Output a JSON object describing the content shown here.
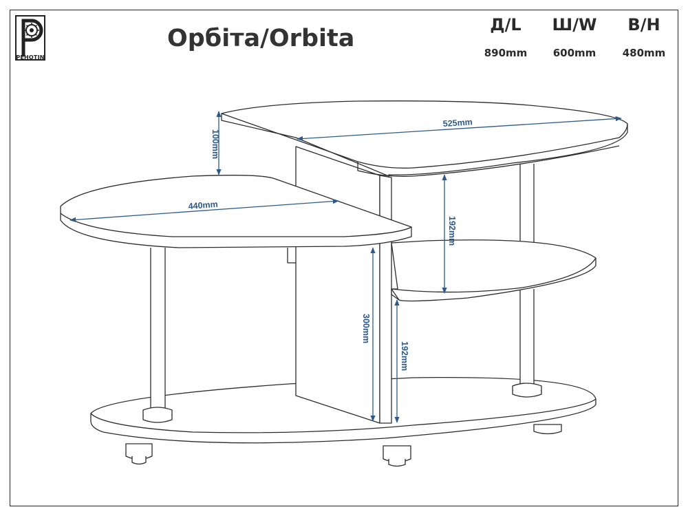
{
  "brand": {
    "logo_text": "PEHOTIN"
  },
  "title": "Орбіта/Orbita",
  "overall_dimensions": [
    {
      "label": "Д/L",
      "value": "890mm"
    },
    {
      "label": "Ш/W",
      "value": "600mm"
    },
    {
      "label": "В/H",
      "value": "480mm"
    }
  ],
  "measurements": {
    "top_shelf_length": "525mm",
    "left_shelf_length": "440mm",
    "top_offset_height": "100mm",
    "middle_gap_height": "192mm",
    "lower_gap_height": "192mm",
    "panel_height": "300mm"
  },
  "colors": {
    "line": "#2b2b2b",
    "dimension": "#2d5a8a"
  }
}
